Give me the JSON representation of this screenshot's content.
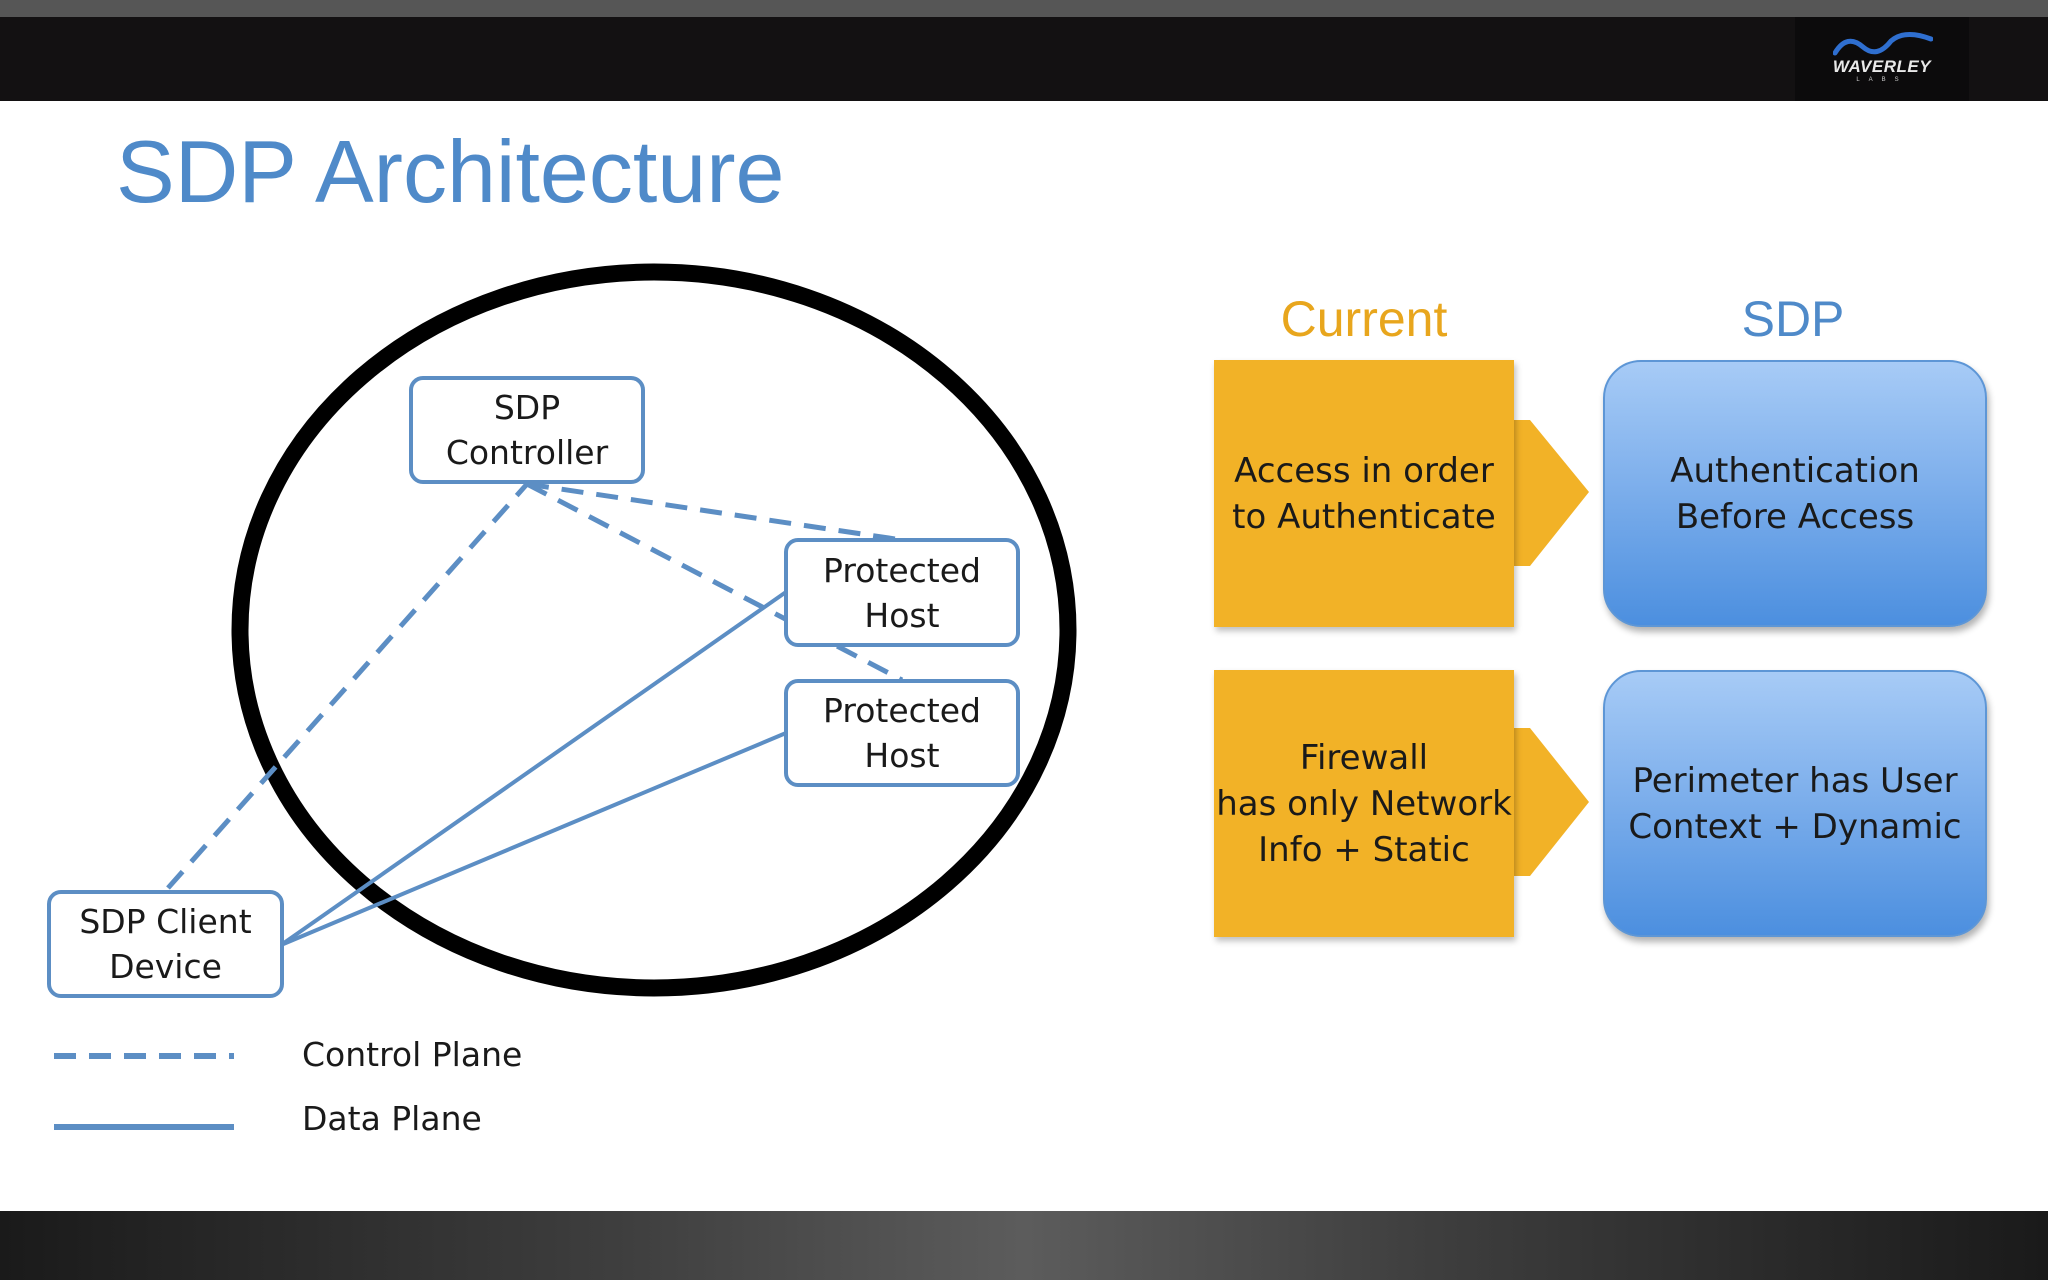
{
  "slide": {
    "title": "SDP Architecture",
    "logo": {
      "name": "WAVERLEY",
      "sub": "LABS"
    }
  },
  "diagram": {
    "nodes": {
      "controller": "SDP\nController",
      "host1": "Protected\nHost",
      "host2": "Protected\nHost",
      "client": "SDP Client\nDevice"
    },
    "legend": {
      "control": "Control Plane",
      "data": "Data Plane"
    }
  },
  "comparison": {
    "current_title": "Current",
    "sdp_title": "SDP",
    "rows": [
      {
        "current": "Access in order\nto Authenticate",
        "sdp": "Authentication\nBefore Access"
      },
      {
        "current": "Firewall\nhas only Network\nInfo + Static",
        "sdp": "Perimeter has User\nContext + Dynamic"
      }
    ]
  },
  "colors": {
    "title_blue": "#4f8ac9",
    "line_blue": "#5c8ec4",
    "current_orange": "#f2b227",
    "sdp_blue": "#5b9ae3"
  }
}
